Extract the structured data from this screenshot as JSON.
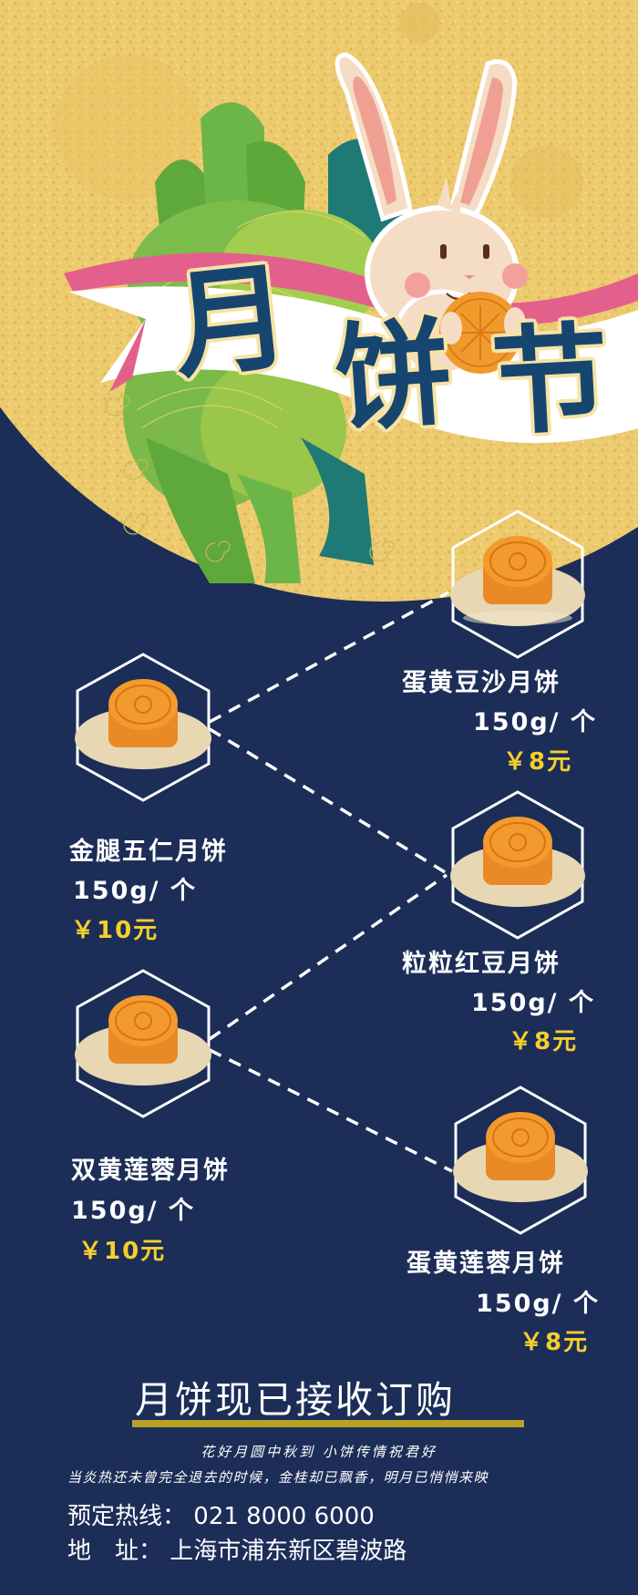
{
  "poster": {
    "title_chars": [
      "月",
      "饼",
      "节"
    ],
    "colors": {
      "background": "#1c2d57",
      "moon": "#ecc96a",
      "ribbon_pink": "#e4608c",
      "ribbon_white": "#ffffff",
      "title_text": "#16466f",
      "title_outline": "#f7e3a6",
      "price": "#f5cf2c",
      "underline": "#b8a126",
      "leaf_green": "#7dbb4b",
      "leaf_teal": "#1f7a76"
    }
  },
  "products": [
    {
      "name": "蛋黄豆沙月饼",
      "weight": "150g/ 个",
      "price": "￥8元"
    },
    {
      "name": "金腿五仁月饼",
      "weight": "150g/ 个",
      "price": "￥10元"
    },
    {
      "name": "粒粒红豆月饼",
      "weight": "150g/ 个",
      "price": "￥8元"
    },
    {
      "name": "双黄莲蓉月饼",
      "weight": "150g/ 个",
      "price": "￥10元"
    },
    {
      "name": "蛋黄莲蓉月饼",
      "weight": "150g/ 个",
      "price": "￥8元"
    }
  ],
  "footer": {
    "cta": "月饼现已接收订购",
    "slogan_line1": "花好月圆中秋到 小饼传情祝君好",
    "slogan_line2": "当炎热还未曾完全退去的时候，金桂却已飘香，明月已悄悄来映",
    "hotline_label": "预定热线：",
    "hotline_value": "021 8000 6000",
    "address_label": "地　址：",
    "address_value": "上海市浦东新区碧波路"
  },
  "icons": {
    "mascot": "rabbit-holding-mooncake",
    "product_image": "mooncake-on-plate",
    "frame": "hexagon-outline"
  }
}
